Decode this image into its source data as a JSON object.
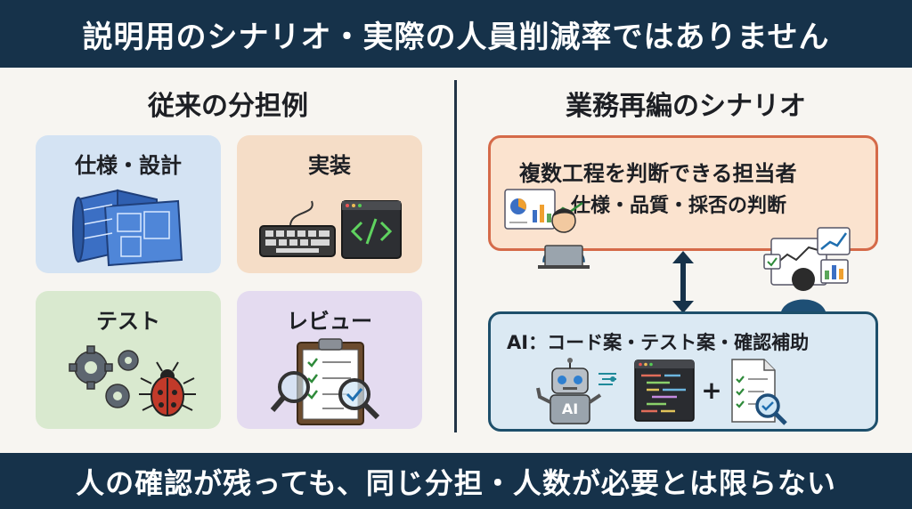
{
  "header": {
    "title": "説明用のシナリオ・実際の人員削減率ではありません"
  },
  "footer": {
    "caption": "人の確認が残っても、同じ分担・人数が必要とは限らない"
  },
  "left_panel": {
    "title": "従来の分担例",
    "cards": [
      {
        "label": "仕様・設計",
        "icon": "blueprint-icon",
        "color": "#d4e3f3"
      },
      {
        "label": "実装",
        "icon": "keyboard-code-icon",
        "color": "#f5ddc7"
      },
      {
        "label": "テスト",
        "icon": "gears-bug-icon",
        "color": "#d9e9cf"
      },
      {
        "label": "レビュー",
        "icon": "checklist-magnifier-icon",
        "color": "#e4dbf0"
      }
    ]
  },
  "right_panel": {
    "title": "業務再編のシナリオ",
    "human_box": {
      "line1": "複数工程を判断できる担当者",
      "line2": "仕様・品質・採否の判断",
      "border_color": "#d56a49"
    },
    "ai_box": {
      "line": "AI：コード案・テスト案・確認補助",
      "robot_label": "AI",
      "plus": "+",
      "border_color": "#1d4f6b"
    }
  },
  "colors": {
    "banner": "#16324a",
    "accent_orange": "#d56a49",
    "accent_navy": "#1d4f6b"
  }
}
